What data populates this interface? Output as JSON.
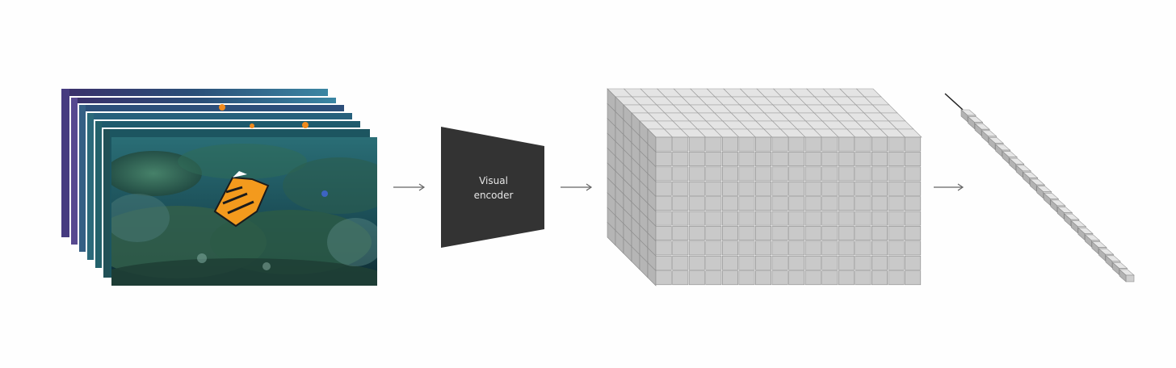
{
  "encoder": {
    "label_line1": "Visual",
    "label_line2": "encoder",
    "fill": "#333333",
    "text_color": "#e6e6e6"
  },
  "frames": {
    "count": 7,
    "colors": {
      "water": "#1f5a63",
      "deep": "#0f2e36",
      "reef": "#3a6e52",
      "purple_reef": "#5a4a8a",
      "fish_orange": "#f39a1d",
      "fish_dark": "#1b1b1b"
    }
  },
  "token_grid": {
    "cols": 16,
    "rows": 10,
    "depth": 6,
    "cube_color": "#c9c9c9"
  },
  "token_sequence": {
    "length": 24,
    "cube_color": "#cfcfcf"
  },
  "arrow_color": "#666666"
}
